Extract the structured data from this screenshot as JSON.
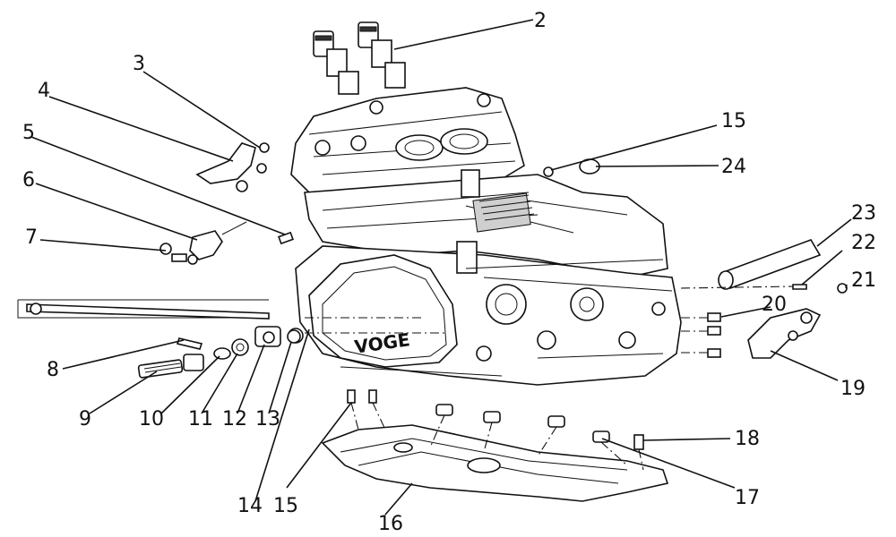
{
  "diagram": {
    "brand_mark": "VOGE",
    "callouts": [
      {
        "id": "c2",
        "label": "2"
      },
      {
        "id": "c3",
        "label": "3"
      },
      {
        "id": "c4",
        "label": "4"
      },
      {
        "id": "c5",
        "label": "5"
      },
      {
        "id": "c6",
        "label": "6"
      },
      {
        "id": "c7",
        "label": "7"
      },
      {
        "id": "c8",
        "label": "8"
      },
      {
        "id": "c9",
        "label": "9"
      },
      {
        "id": "c10",
        "label": "10"
      },
      {
        "id": "c11",
        "label": "11"
      },
      {
        "id": "c12",
        "label": "12"
      },
      {
        "id": "c13",
        "label": "13"
      },
      {
        "id": "c14",
        "label": "14"
      },
      {
        "id": "c15a",
        "label": "15"
      },
      {
        "id": "c15b",
        "label": "15"
      },
      {
        "id": "c16",
        "label": "16"
      },
      {
        "id": "c17",
        "label": "17"
      },
      {
        "id": "c18",
        "label": "18"
      },
      {
        "id": "c19",
        "label": "19"
      },
      {
        "id": "c20",
        "label": "20"
      },
      {
        "id": "c21",
        "label": "21"
      },
      {
        "id": "c22",
        "label": "22"
      },
      {
        "id": "c23",
        "label": "23"
      },
      {
        "id": "c24",
        "label": "24"
      }
    ]
  }
}
